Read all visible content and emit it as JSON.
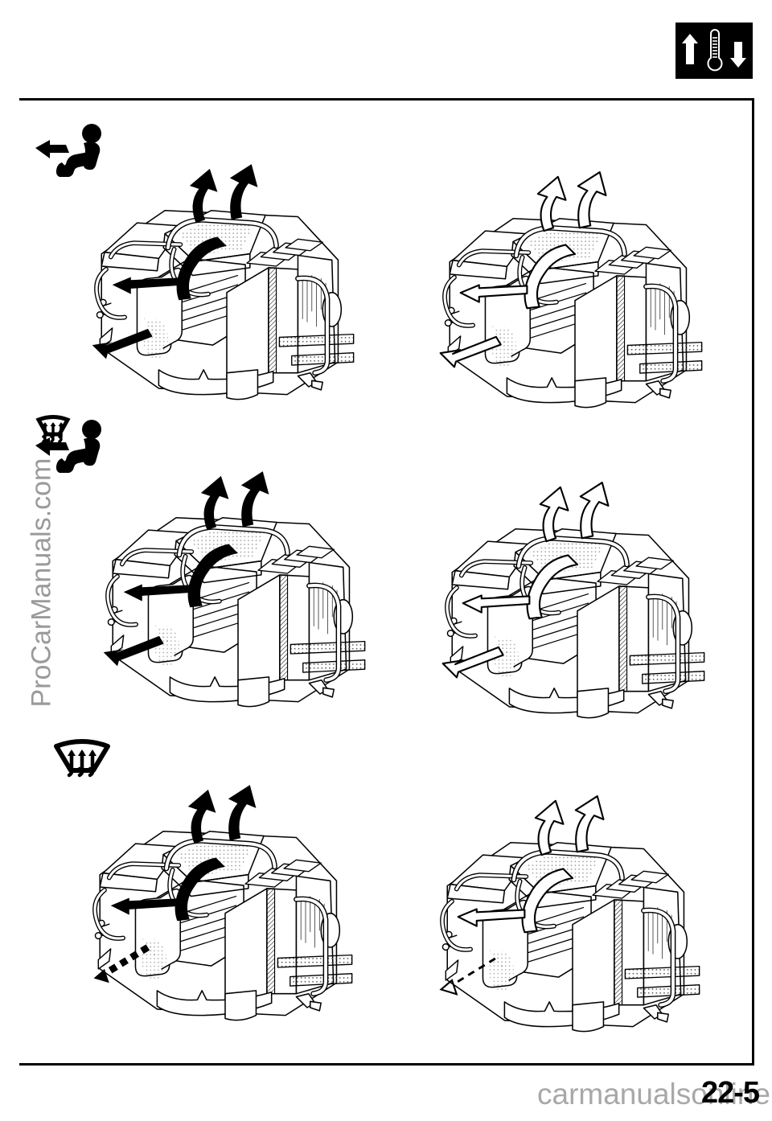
{
  "page": {
    "number": "22-5",
    "watermark_left": "ProCarManuals.com",
    "watermark_bottom": "carmanualsonline.info"
  },
  "header": {
    "temperature_icon": {
      "name": "temperature-control-icon",
      "description": "Up arrow, thermometer, down arrow on black background",
      "background": "#000000",
      "foreground": "#ffffff"
    }
  },
  "modes": [
    {
      "id": "vent-face-mode",
      "icon_name": "seated-person-airflow-icon",
      "label": "",
      "arrow_style": "solid"
    },
    {
      "id": "defrost-floor-mode",
      "icon_name": "defrost-and-seated-person-icon",
      "label": "",
      "arrow_style": "solid"
    },
    {
      "id": "defrost-mode",
      "icon_name": "defrost-icon",
      "label": "",
      "arrow_style": "solid"
    }
  ],
  "diagrams": [
    {
      "id": "r1c1",
      "name": "hvac-unit-vent-mode-max-cool",
      "arrow_style": "solid",
      "caption": ""
    },
    {
      "id": "r1c2",
      "name": "hvac-unit-vent-mode-max-heat",
      "arrow_style": "outline",
      "caption": ""
    },
    {
      "id": "r2c1",
      "name": "hvac-unit-defrost-floor-mode-max-cool",
      "arrow_style": "solid",
      "caption": ""
    },
    {
      "id": "r2c2",
      "name": "hvac-unit-defrost-floor-mode-max-heat",
      "arrow_style": "outline",
      "caption": ""
    },
    {
      "id": "r3c1",
      "name": "hvac-unit-defrost-mode-max-cool",
      "arrow_style": "solid",
      "caption": ""
    },
    {
      "id": "r3c2",
      "name": "hvac-unit-defrost-mode-max-heat",
      "arrow_style": "outline",
      "caption": ""
    }
  ],
  "colors": {
    "ink": "#000000",
    "watermark": "#9a9a9a",
    "paper": "#ffffff"
  }
}
